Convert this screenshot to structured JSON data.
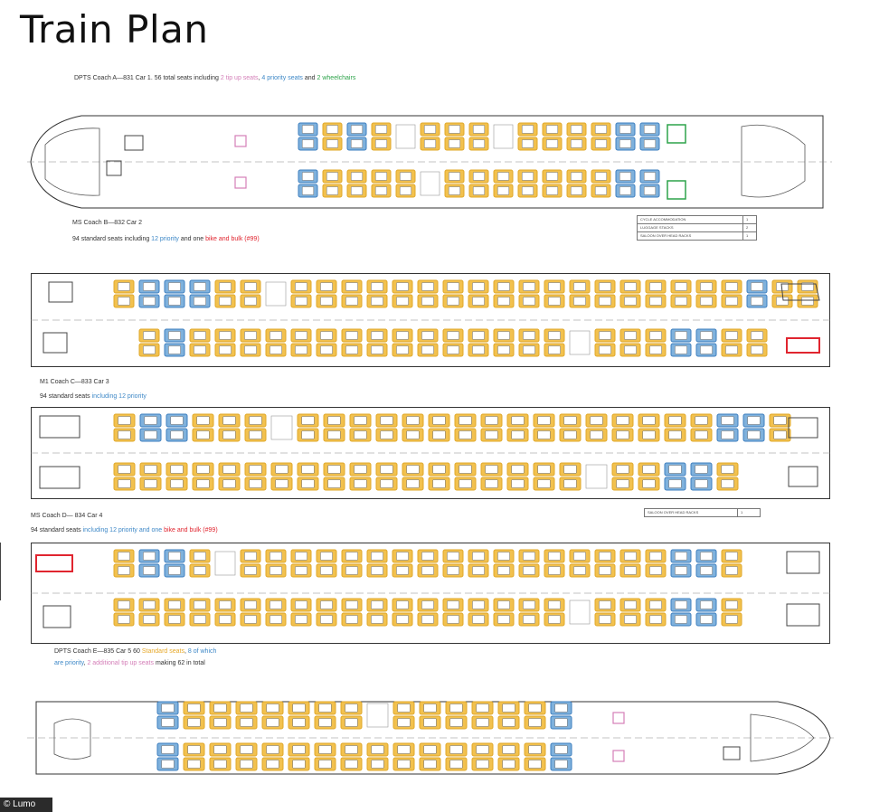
{
  "title": "Train Plan",
  "colors": {
    "standard": "#f2c14e",
    "standard_border": "#e0a82a",
    "priority": "#7fb1dc",
    "priority_border": "#3e7fbf",
    "tipup": "#d47fb8",
    "wheelchair": "#2da34a",
    "bike": "#e0252f"
  },
  "coach_a": {
    "caption_prefix": "DPTS Coach A—831 Car 1. 56 total seats including ",
    "caption_tipup": "2 tip up seats",
    "caption_sep1": ", ",
    "caption_priority": "4 priority seats",
    "caption_sep2": " and ",
    "caption_wheelchair": "2 wheelchairs",
    "legend": [
      "CYCLE ACCOMMODATION",
      "LUGGAGE STACKS",
      "SALOON OVER HEAD RACKS"
    ],
    "legend_values": [
      "1",
      "2",
      "1"
    ]
  },
  "coach_b": {
    "caption_line1": "MS Coach B—832 Car 2",
    "caption_line2_prefix": "94 standard seats including ",
    "caption_priority": "12 priority",
    "caption_sep": " and one ",
    "caption_bike": "bike and bulk (#99)"
  },
  "coach_c": {
    "caption_line1": "M1 Coach C—833 Car 3",
    "caption_line2_prefix": "94 standard seats ",
    "caption_priority": "including 12 priority"
  },
  "coach_d": {
    "legend": "SALOON OVER HEAD RACKS",
    "legend_value": "1",
    "caption_line1": "MS Coach D— 834 Car 4",
    "caption_line2_prefix": "94 standard seats ",
    "caption_priority": "including 12 priority and one ",
    "caption_bike": "bike and bulk (#99)"
  },
  "coach_e": {
    "caption_prefix": "DPTS Coach E—835 Car 5 60 ",
    "caption_standard": "Standard seats",
    "caption_sep": ", ",
    "caption_priority": "8 of which",
    "caption_priority2": "are priority",
    "caption_sep2": ", ",
    "caption_tipup": "2 additional tip up seats",
    "caption_suffix": " making 62 in total"
  },
  "watermark": "© Lumo"
}
